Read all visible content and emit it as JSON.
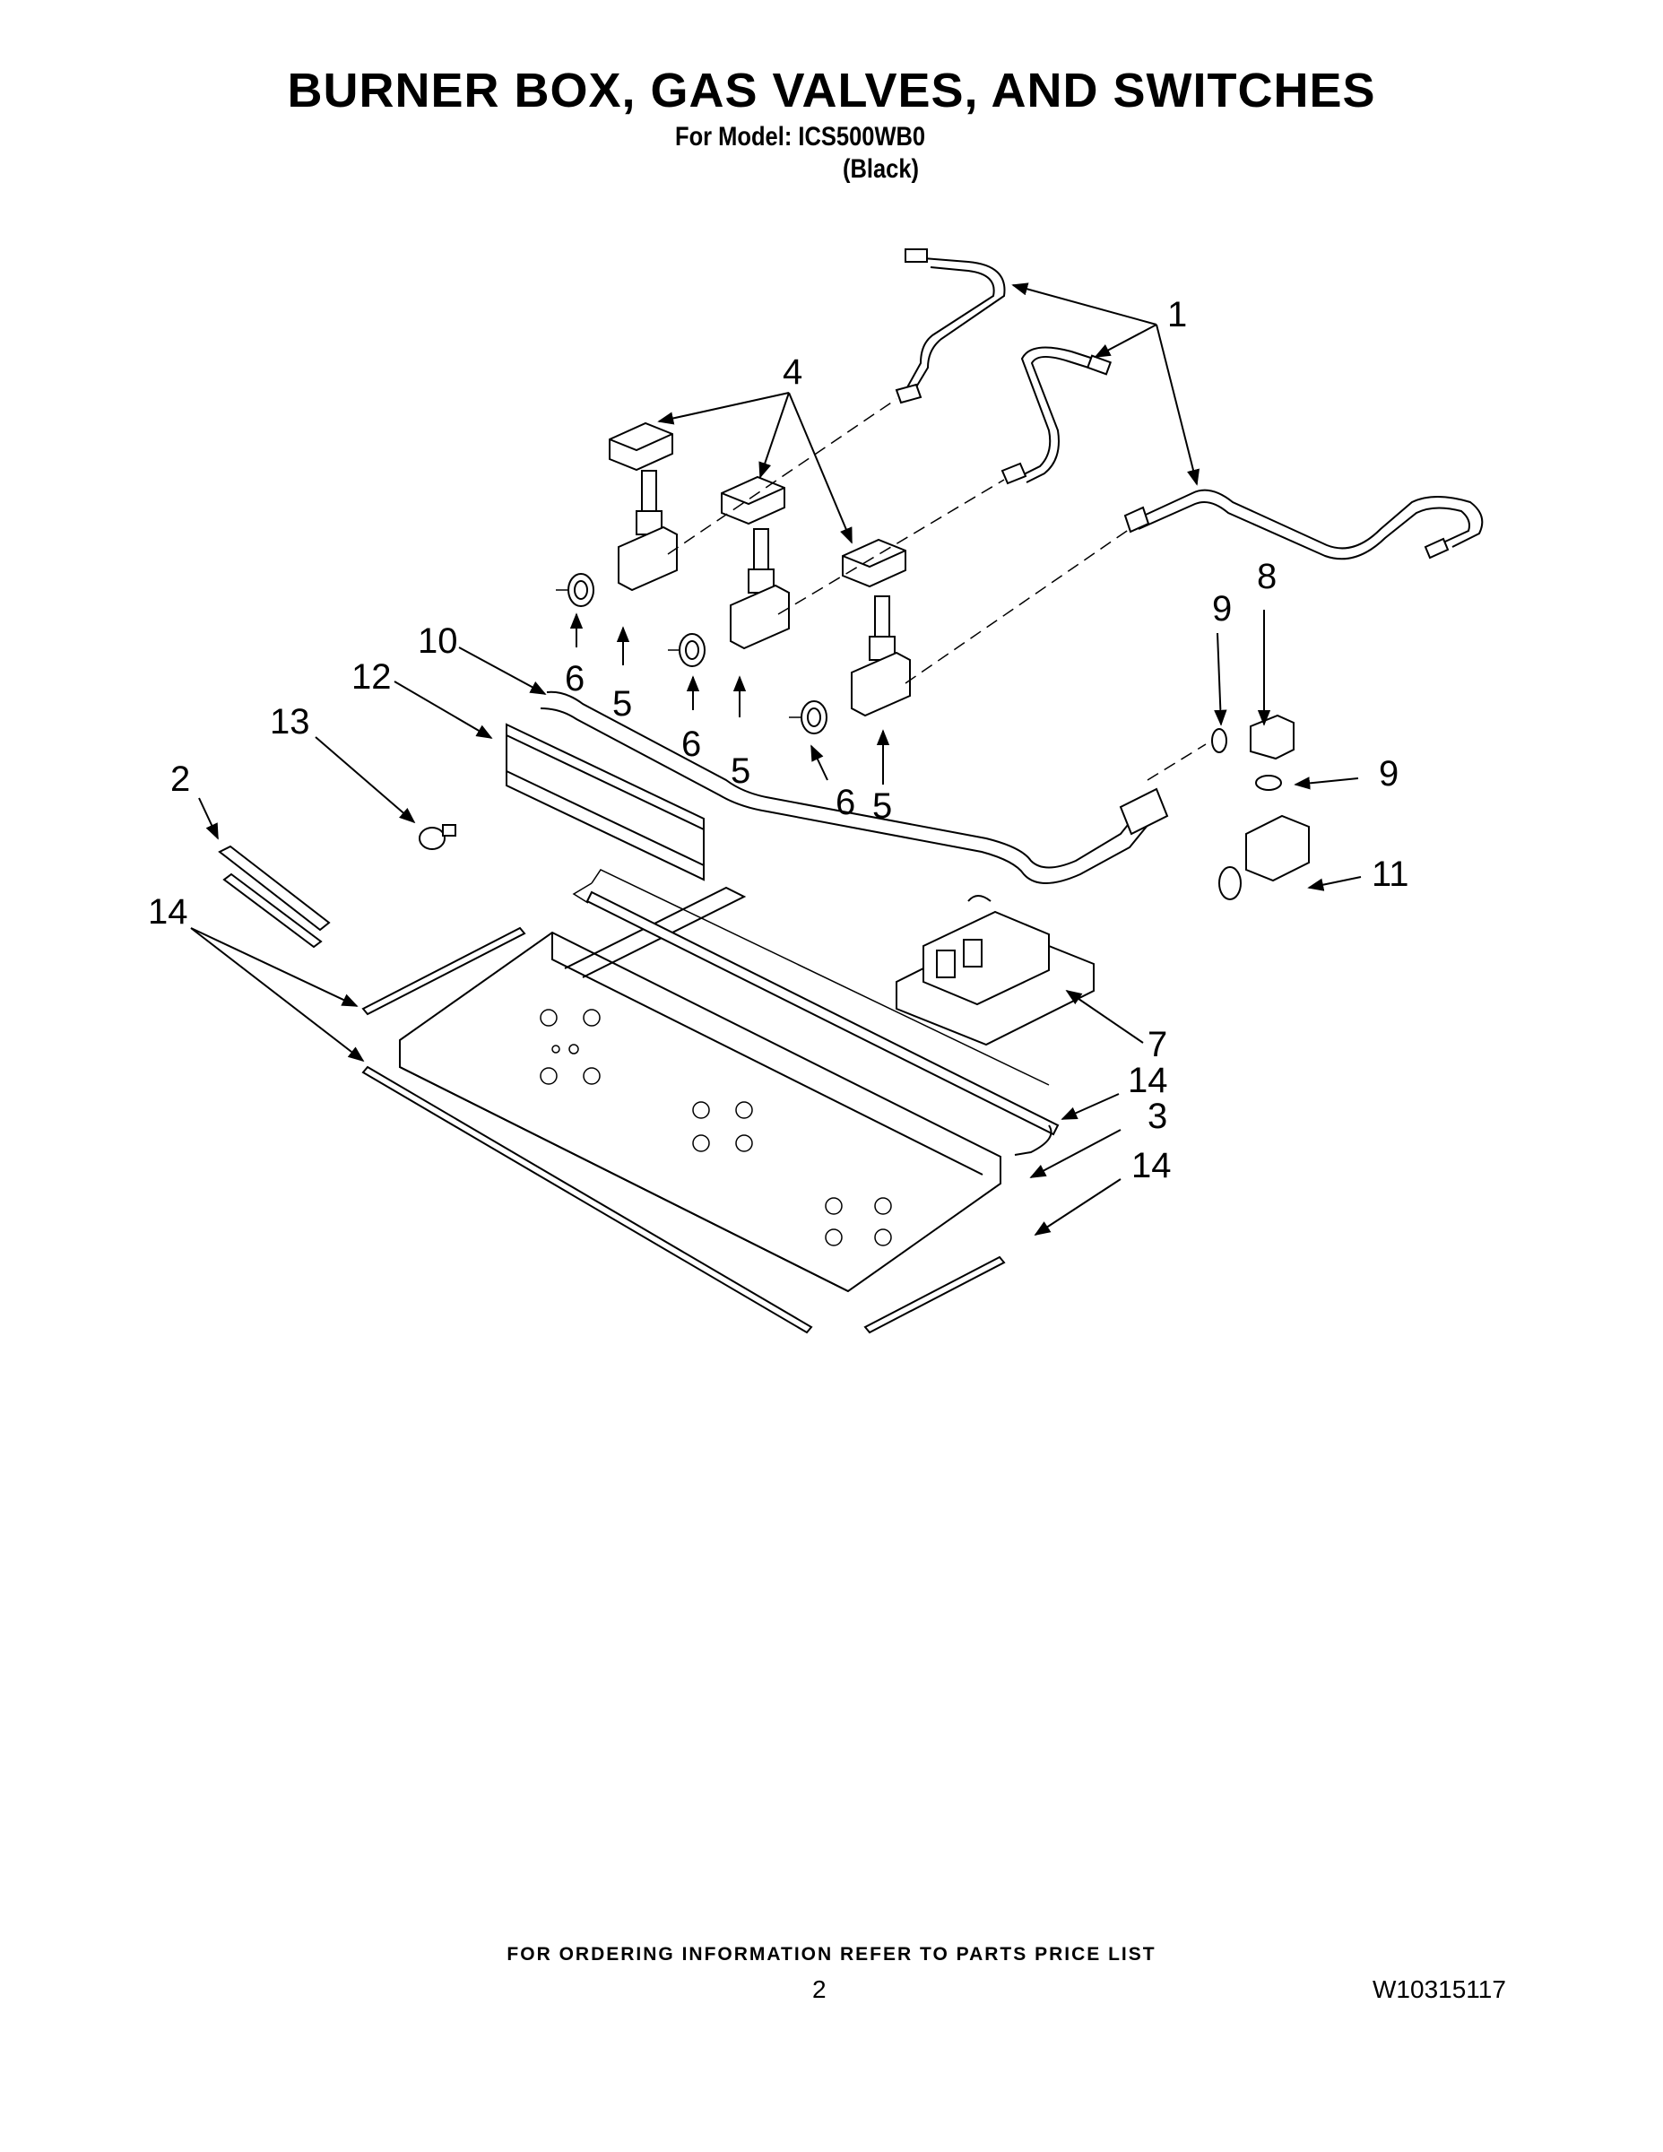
{
  "header": {
    "title": "BURNER BOX, GAS VALVES, AND SWITCHES",
    "model": "For Model: ICS500WB0",
    "color": "(Black)"
  },
  "callouts": {
    "c1": "1",
    "c2": "2",
    "c3": "3",
    "c4": "4",
    "c5a": "5",
    "c5b": "5",
    "c5c": "5",
    "c6a": "6",
    "c6b": "6",
    "c6c": "6",
    "c7": "7",
    "c8": "8",
    "c9a": "9",
    "c9b": "9",
    "c10": "10",
    "c11": "11",
    "c12": "12",
    "c13": "13",
    "c14a": "14",
    "c14b": "14",
    "c14c": "14"
  },
  "footer": {
    "ordering_note": "FOR ORDERING INFORMATION REFER TO PARTS PRICE LIST",
    "page_number": "2",
    "doc_number": "W10315117"
  }
}
